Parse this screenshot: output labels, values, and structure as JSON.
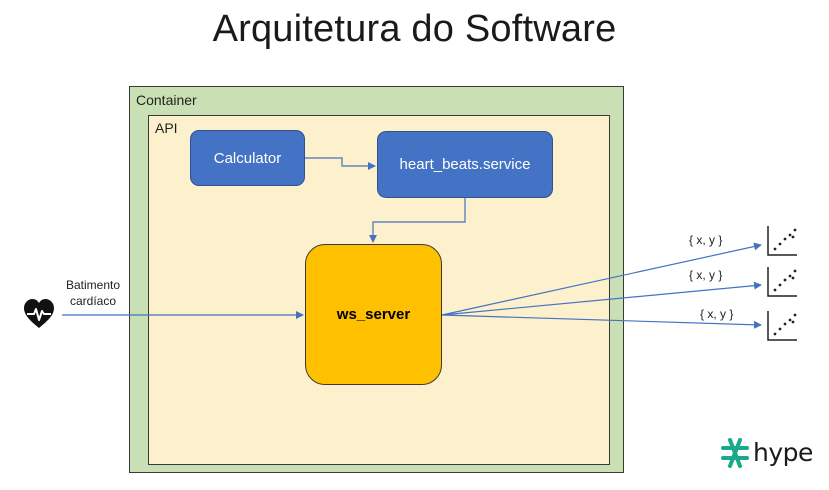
{
  "title": "Arquitetura do Software",
  "container": {
    "label": "Container"
  },
  "api": {
    "label": "API"
  },
  "nodes": {
    "calculator": "Calculator",
    "heart_beats_service": "heart_beats.service",
    "ws_server": "ws_server"
  },
  "input": {
    "label_line1": "Batimento",
    "label_line2": "cardíaco",
    "icon": "heartbeat-icon"
  },
  "outputs": [
    {
      "label": "{ x, y }",
      "icon": "scatter-chart-icon"
    },
    {
      "label": "{ x, y }",
      "icon": "scatter-chart-icon"
    },
    {
      "label": "{ x, y }",
      "icon": "scatter-chart-icon"
    }
  ],
  "logo": {
    "text": "hype"
  },
  "colors": {
    "container": "#c8e0b4",
    "api": "#fdf0cc",
    "blue_node": "#4472c4",
    "ws_node": "#ffc000",
    "arrow": "#4472c4"
  }
}
